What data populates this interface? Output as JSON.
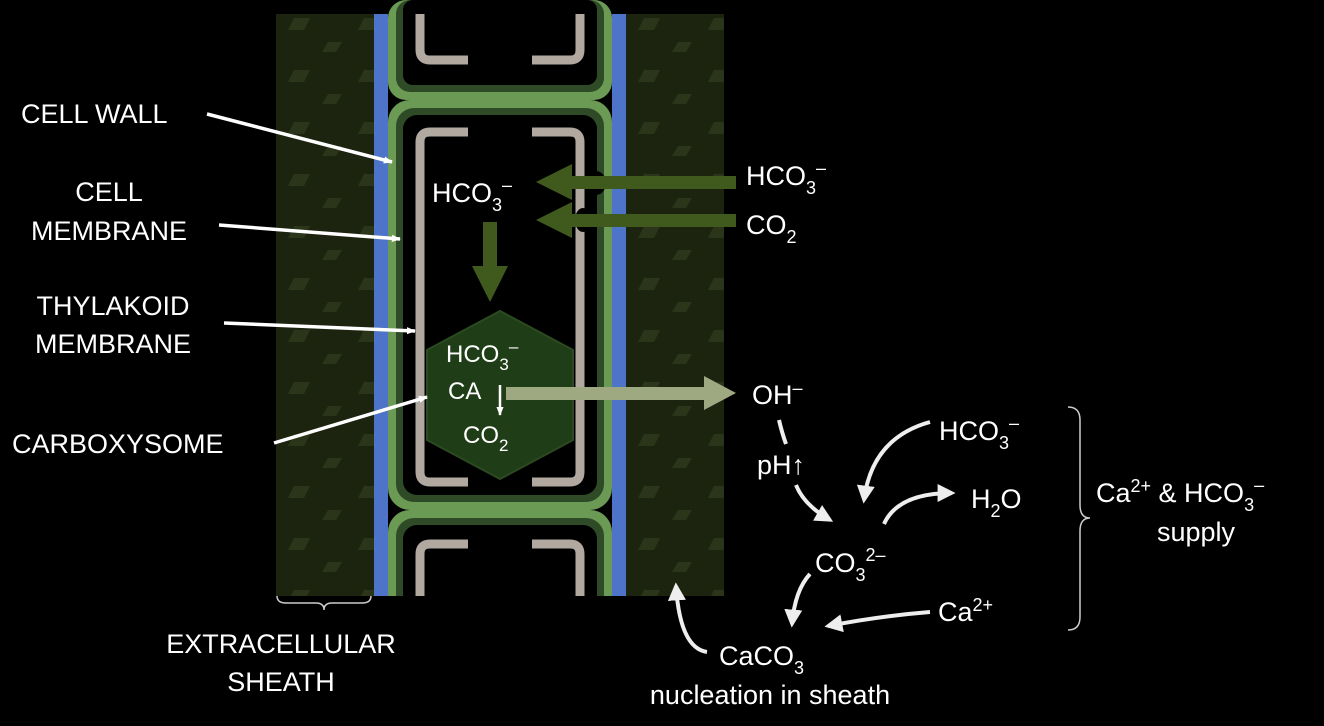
{
  "labels": {
    "cell_wall": "CELL WALL",
    "cell_membrane_1": "CELL",
    "cell_membrane_2": "MEMBRANE",
    "thylakoid_1": "THYLAKOID",
    "thylakoid_2": "MEMBRANE",
    "carboxysome": "CARBOXYSOME",
    "sheath_1": "EXTRACELLULAR",
    "sheath_2": "SHEATH"
  },
  "species": {
    "bicarbonate_out": {
      "base": "HCO",
      "sub": "3",
      "sup": "–"
    },
    "co2_out": {
      "base": "CO",
      "sub": "2"
    },
    "bicarbonate_in": {
      "base": "HCO",
      "sub": "3",
      "sup": "–"
    },
    "bicarbonate_cbx": {
      "base": "HCO",
      "sub": "3",
      "sup": "–"
    },
    "ca_enzyme": "CA",
    "co2_cbx": {
      "base": "CO",
      "sub": "2"
    },
    "hydroxide": {
      "base": "OH",
      "sup": "–"
    },
    "ph_rise": "pH↑",
    "bicarbonate_ext": {
      "base": "HCO",
      "sub": "3",
      "sup": "–"
    },
    "water": {
      "h": "H",
      "sub": "2",
      "o": "O"
    },
    "carbonate": {
      "base": "CO",
      "sub": "3",
      "sup": "2–"
    },
    "calcium": {
      "base": "Ca",
      "sup": "2+"
    },
    "calcite": {
      "base": "CaCO",
      "sub": "3"
    },
    "nucleation": "nucleation in sheath",
    "supply_line1": {
      "ca": "Ca",
      "ca_sup": "2+",
      "mid": " & HCO",
      "sub": "3",
      "sup": "–"
    },
    "supply_line2": "supply"
  },
  "colors": {
    "background": "#000000",
    "sheath": "#1c2410",
    "cell_wall": "#4d74c9",
    "membrane_light": "#6b9a54",
    "membrane_dark": "#2e4a26",
    "thylakoid": "#b1a89f",
    "carboxysome": "#1f3d16",
    "transport_arrow": "#3f5a1c",
    "oh_arrow": "#9ea881",
    "text": "#ffffff"
  }
}
